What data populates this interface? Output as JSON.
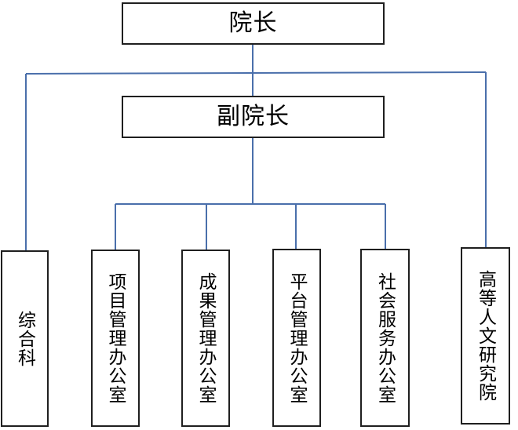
{
  "diagram": {
    "colors": {
      "connector": "#4a6fab",
      "box_border": "#1f1f1f",
      "text": "#000000"
    },
    "nodes": {
      "dean": "院长",
      "vice_dean": "副院长",
      "general_office": "综合科",
      "project_office": "项目管理办公室",
      "results_office": "成果管理办公室",
      "platform_office": "平台管理办公室",
      "social_service_office": "社会服务办公室",
      "humanities_institute": "高等人文研究院"
    }
  }
}
